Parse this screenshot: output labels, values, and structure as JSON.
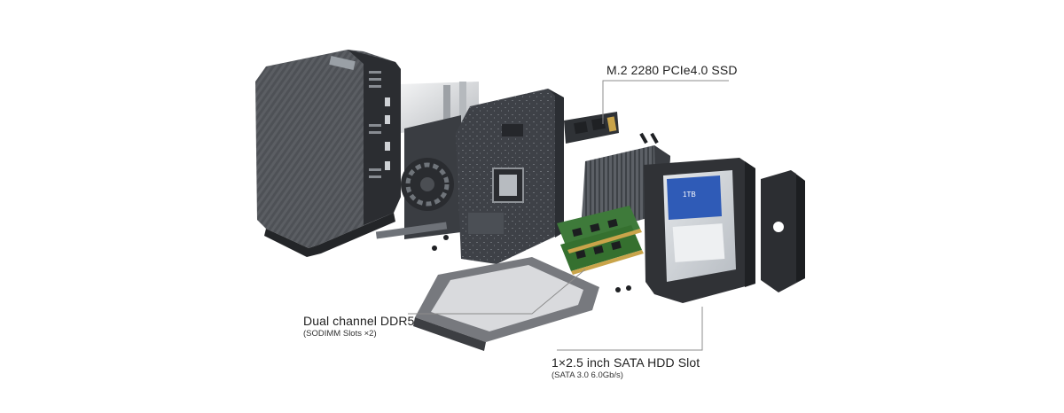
{
  "callouts": {
    "ssd": {
      "title": "M.2 2280 PCIe4.0 SSD"
    },
    "ddr": {
      "title": "Dual channel DDR5",
      "subtitle": "(SODIMM Slots ×2)"
    },
    "hdd": {
      "title": "1×2.5 inch SATA HDD Slot",
      "subtitle": "(SATA 3.0 6.0Gb/s)"
    }
  },
  "hdd_label": {
    "capacity": "1TB"
  },
  "colors": {
    "chassis": "#4a4d52",
    "board": "#3b3e44",
    "ram_pcb": "#3e7a3a",
    "heatsink": "#555960",
    "hdd_body": "#cfd3d8",
    "hdd_sticker": "#2f5bb7",
    "leader_line": "#888888"
  }
}
